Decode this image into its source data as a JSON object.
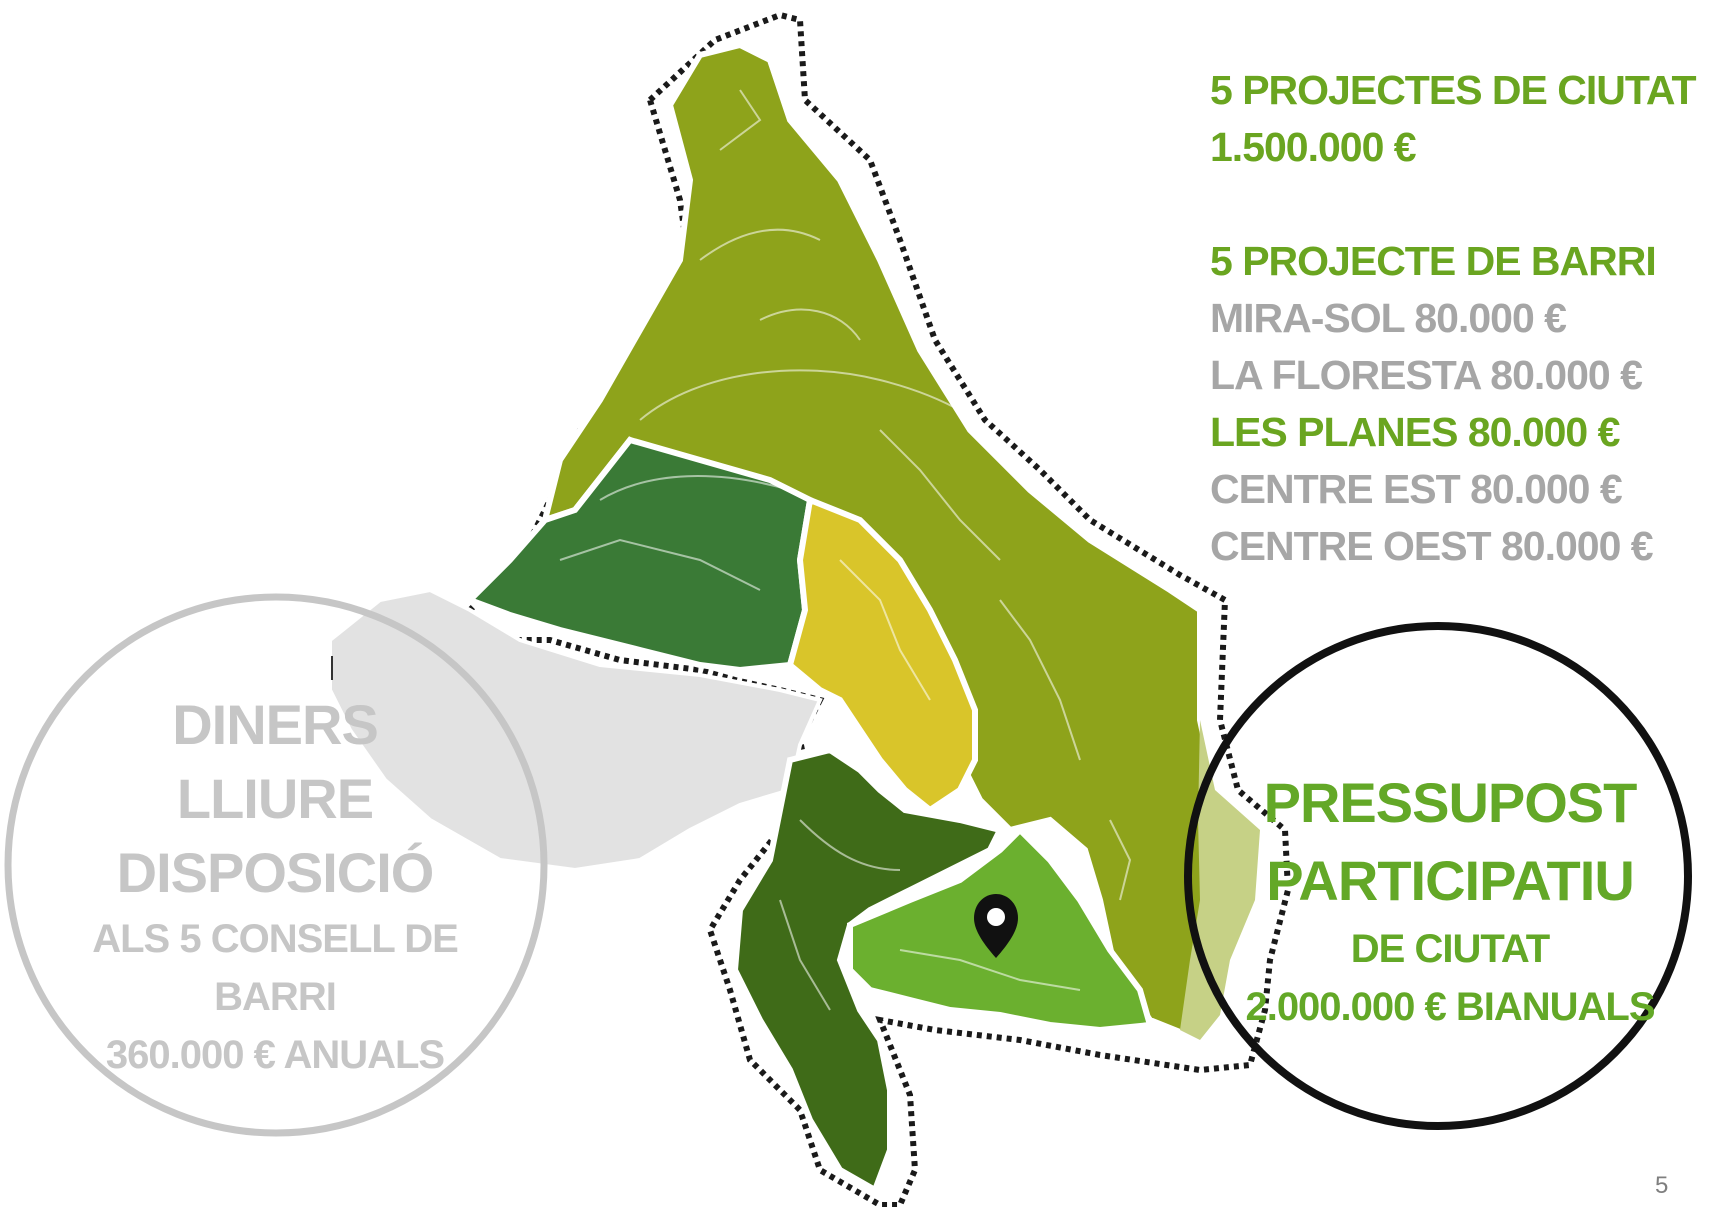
{
  "colors": {
    "heading_green": "#6aa520",
    "muted_gray": "#a6a6a6",
    "circle_text_gray": "#c6c6c6",
    "circle_text_green": "#63a827",
    "district_olive": "#8ea31b",
    "district_dark_green": "#3a7a36",
    "district_yellow": "#d9c52a",
    "district_forest": "#3f6b18",
    "district_light_green": "#6bb02f",
    "district_gray": "#e2e2e2"
  },
  "icons": {
    "location_marker": "map-pin-icon"
  },
  "budget_list": [
    {
      "text": "5 PROJECTES DE CIUTAT",
      "color": "#6aa520"
    },
    {
      "text": "1.500.000 €",
      "color": "#6aa520"
    },
    {
      "text": "",
      "color": "#ffffff"
    },
    {
      "text": "5 PROJECTE DE BARRI",
      "color": "#6aa520"
    },
    {
      "text": "MIRA-SOL 80.000 €",
      "color": "#a6a6a6"
    },
    {
      "text": "LA FLORESTA 80.000 €",
      "color": "#a6a6a6"
    },
    {
      "text": "LES PLANES 80.000 €",
      "color": "#6aa520"
    },
    {
      "text": "CENTRE EST 80.000 €",
      "color": "#a6a6a6"
    },
    {
      "text": "CENTRE OEST 80.000 €",
      "color": "#a6a6a6"
    }
  ],
  "left_circle": {
    "line1": "DINERS",
    "line2": "LLIURE",
    "line3": "DISPOSICIÓ",
    "line4": "ALS 5 CONSELL DE",
    "line5": "BARRI",
    "line6": "360.000 € ANUALS"
  },
  "right_circle": {
    "line1": "PRESSUPOST",
    "line2": "PARTICIPATIU",
    "line3": "DE CIUTAT",
    "line4": "2.000.000 € BIANUALS"
  },
  "page_number": "5"
}
